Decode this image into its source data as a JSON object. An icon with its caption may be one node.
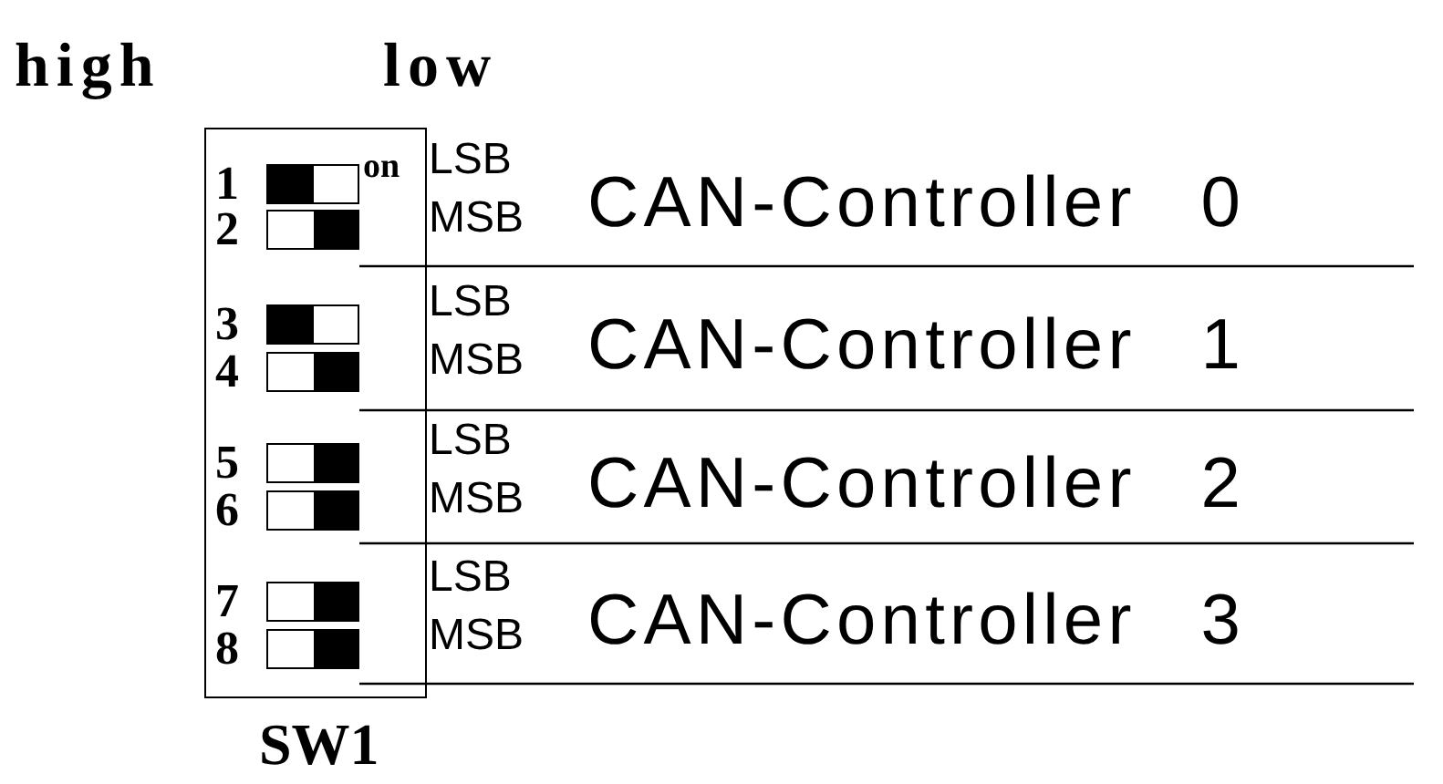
{
  "diagram": {
    "nodes": [
      {
        "text": [
          "SW1"
        ]
      },
      {
        "text": [],
        "shape": "box",
        "in": 0,
        "beside": [
          "1",
          "on"
        ]
      },
      {
        "text": [],
        "shape": "box",
        "in": 0,
        "beside": [
          "2"
        ]
      },
      {
        "text": [],
        "shape": "box",
        "in": 0,
        "beside": [
          "3"
        ]
      },
      {
        "text": [],
        "shape": "box",
        "in": 0,
        "beside": [
          "4"
        ]
      },
      {
        "text": [],
        "shape": "box",
        "in": 0,
        "beside": [
          "5"
        ]
      },
      {
        "text": [],
        "shape": "box",
        "in": 0,
        "beside": [
          "6"
        ]
      },
      {
        "text": [],
        "shape": "box",
        "in": 0,
        "beside": [
          "7"
        ]
      },
      {
        "text": [],
        "shape": "box",
        "in": 0,
        "beside": [
          "8"
        ]
      }
    ],
    "labels": [
      "high",
      "low",
      "LSB",
      "MSB",
      "CAN-Controller 0",
      "LSB",
      "MSB",
      "CAN-Controller 1",
      "LSB",
      "MSB",
      "CAN-Controller 2",
      "LSB",
      "MSB",
      "CAN-Controller 3"
    ]
  }
}
